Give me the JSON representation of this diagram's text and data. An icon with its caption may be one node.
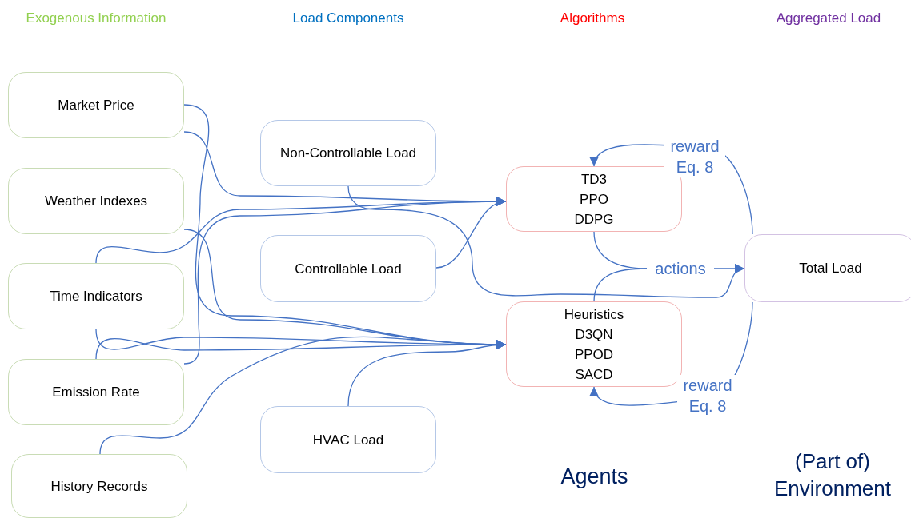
{
  "diagram": {
    "nodes": [
      {
        "text": [
          "Market Price"
        ]
      },
      {
        "text": [
          "Weather Indexes"
        ]
      },
      {
        "text": [
          "Time Indicators"
        ]
      },
      {
        "text": [
          "Emission Rate"
        ]
      },
      {
        "text": [
          "History Records"
        ]
      },
      {
        "text": [
          "Non-Controllable Load"
        ]
      },
      {
        "text": [
          "Controllable Load"
        ]
      },
      {
        "text": [
          "HVAC Load"
        ]
      },
      {
        "text": [
          "TD3",
          "PPO",
          "DDPG"
        ]
      },
      {
        "text": [
          "Heuristics",
          "D3QN",
          "PPOD",
          "SACD"
        ]
      },
      {
        "text": [
          "Total Load"
        ]
      },
      {
        "text": [
          "actions"
        ]
      }
    ],
    "edges": [
      {
        "from": 0,
        "to": 8,
        "arrow": "to"
      },
      {
        "from": 0,
        "to": 9,
        "arrow": "to"
      },
      {
        "from": 1,
        "to": 9,
        "arrow": "to"
      },
      {
        "from": 2,
        "to": 8,
        "arrow": "to"
      },
      {
        "from": 2,
        "to": 9,
        "arrow": "to"
      },
      {
        "from": 3,
        "to": 9,
        "arrow": "to"
      },
      {
        "from": 3,
        "to": 8,
        "arrow": "to"
      },
      {
        "from": 4,
        "to": 9,
        "arrow": "to"
      },
      {
        "from": 5,
        "to": 10,
        "arrow": "to"
      },
      {
        "from": 6,
        "to": 8,
        "arrow": "to"
      },
      {
        "from": 7,
        "to": 9,
        "arrow": "to"
      },
      {
        "from": 8,
        "to": 11,
        "arrow": "none"
      },
      {
        "from": 9,
        "to": 11,
        "arrow": "none"
      },
      {
        "from": 11,
        "to": 10,
        "arrow": "to"
      },
      {
        "from": 10,
        "to": 8,
        "arrow": "to",
        "label": "reward Eq. 8"
      },
      {
        "from": 10,
        "to": 9,
        "arrow": "to",
        "label": "reward Eq. 8"
      }
    ],
    "labels": [
      "Exogenous Information",
      "Load Components",
      "Algorithms",
      "Aggregated Load",
      "Agents",
      "(Part of) Environment"
    ]
  }
}
